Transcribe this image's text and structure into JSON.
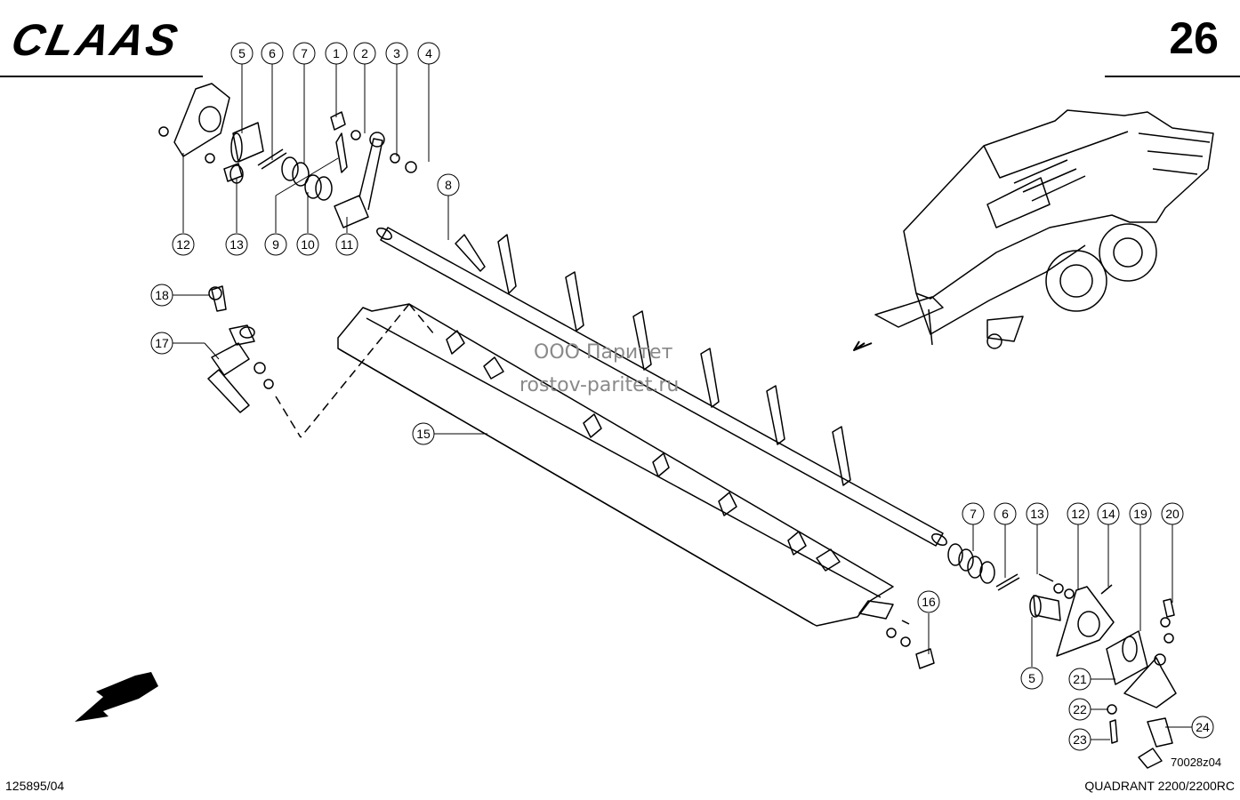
{
  "header": {
    "brand": "CLAAS",
    "page_number": "26"
  },
  "watermark": {
    "line1": "ООО Паритет",
    "line2": "rostov-paritet.ru"
  },
  "footer": {
    "doc_number": "125895/04",
    "model": "QUADRANT 2200/2200RC",
    "drawing_code": "70028z04"
  },
  "callouts": [
    "5",
    "6",
    "7",
    "1",
    "2",
    "3",
    "4",
    "8",
    "12",
    "13",
    "9",
    "10",
    "11",
    "18",
    "17",
    "15",
    "16",
    "7",
    "6",
    "13",
    "12",
    "14",
    "19",
    "20",
    "5",
    "21",
    "22",
    "23",
    "24"
  ]
}
